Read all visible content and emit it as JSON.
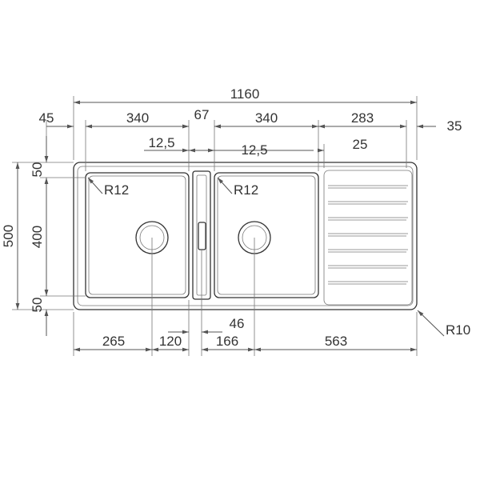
{
  "drawing": {
    "overall_width": "1160",
    "left_margin": "45",
    "bowl_left_width": "340",
    "divider_width": "67",
    "bowl_right_width": "340",
    "drainer_width": "283",
    "right_margin": "35",
    "left_offset": "12,5",
    "right_offset": "12,5",
    "drainer_offset": "25",
    "overall_depth": "500",
    "top_margin": "50",
    "bowl_depth": "400",
    "bottom_margin": "50",
    "bowl_radius_left": "R12",
    "bowl_radius_right": "R12",
    "outer_radius": "R10",
    "drain_left_offset": "265",
    "drain_to_divider": "120",
    "overflow_offset": "46",
    "divider_to_drain": "166",
    "drain_to_edge": "563"
  }
}
